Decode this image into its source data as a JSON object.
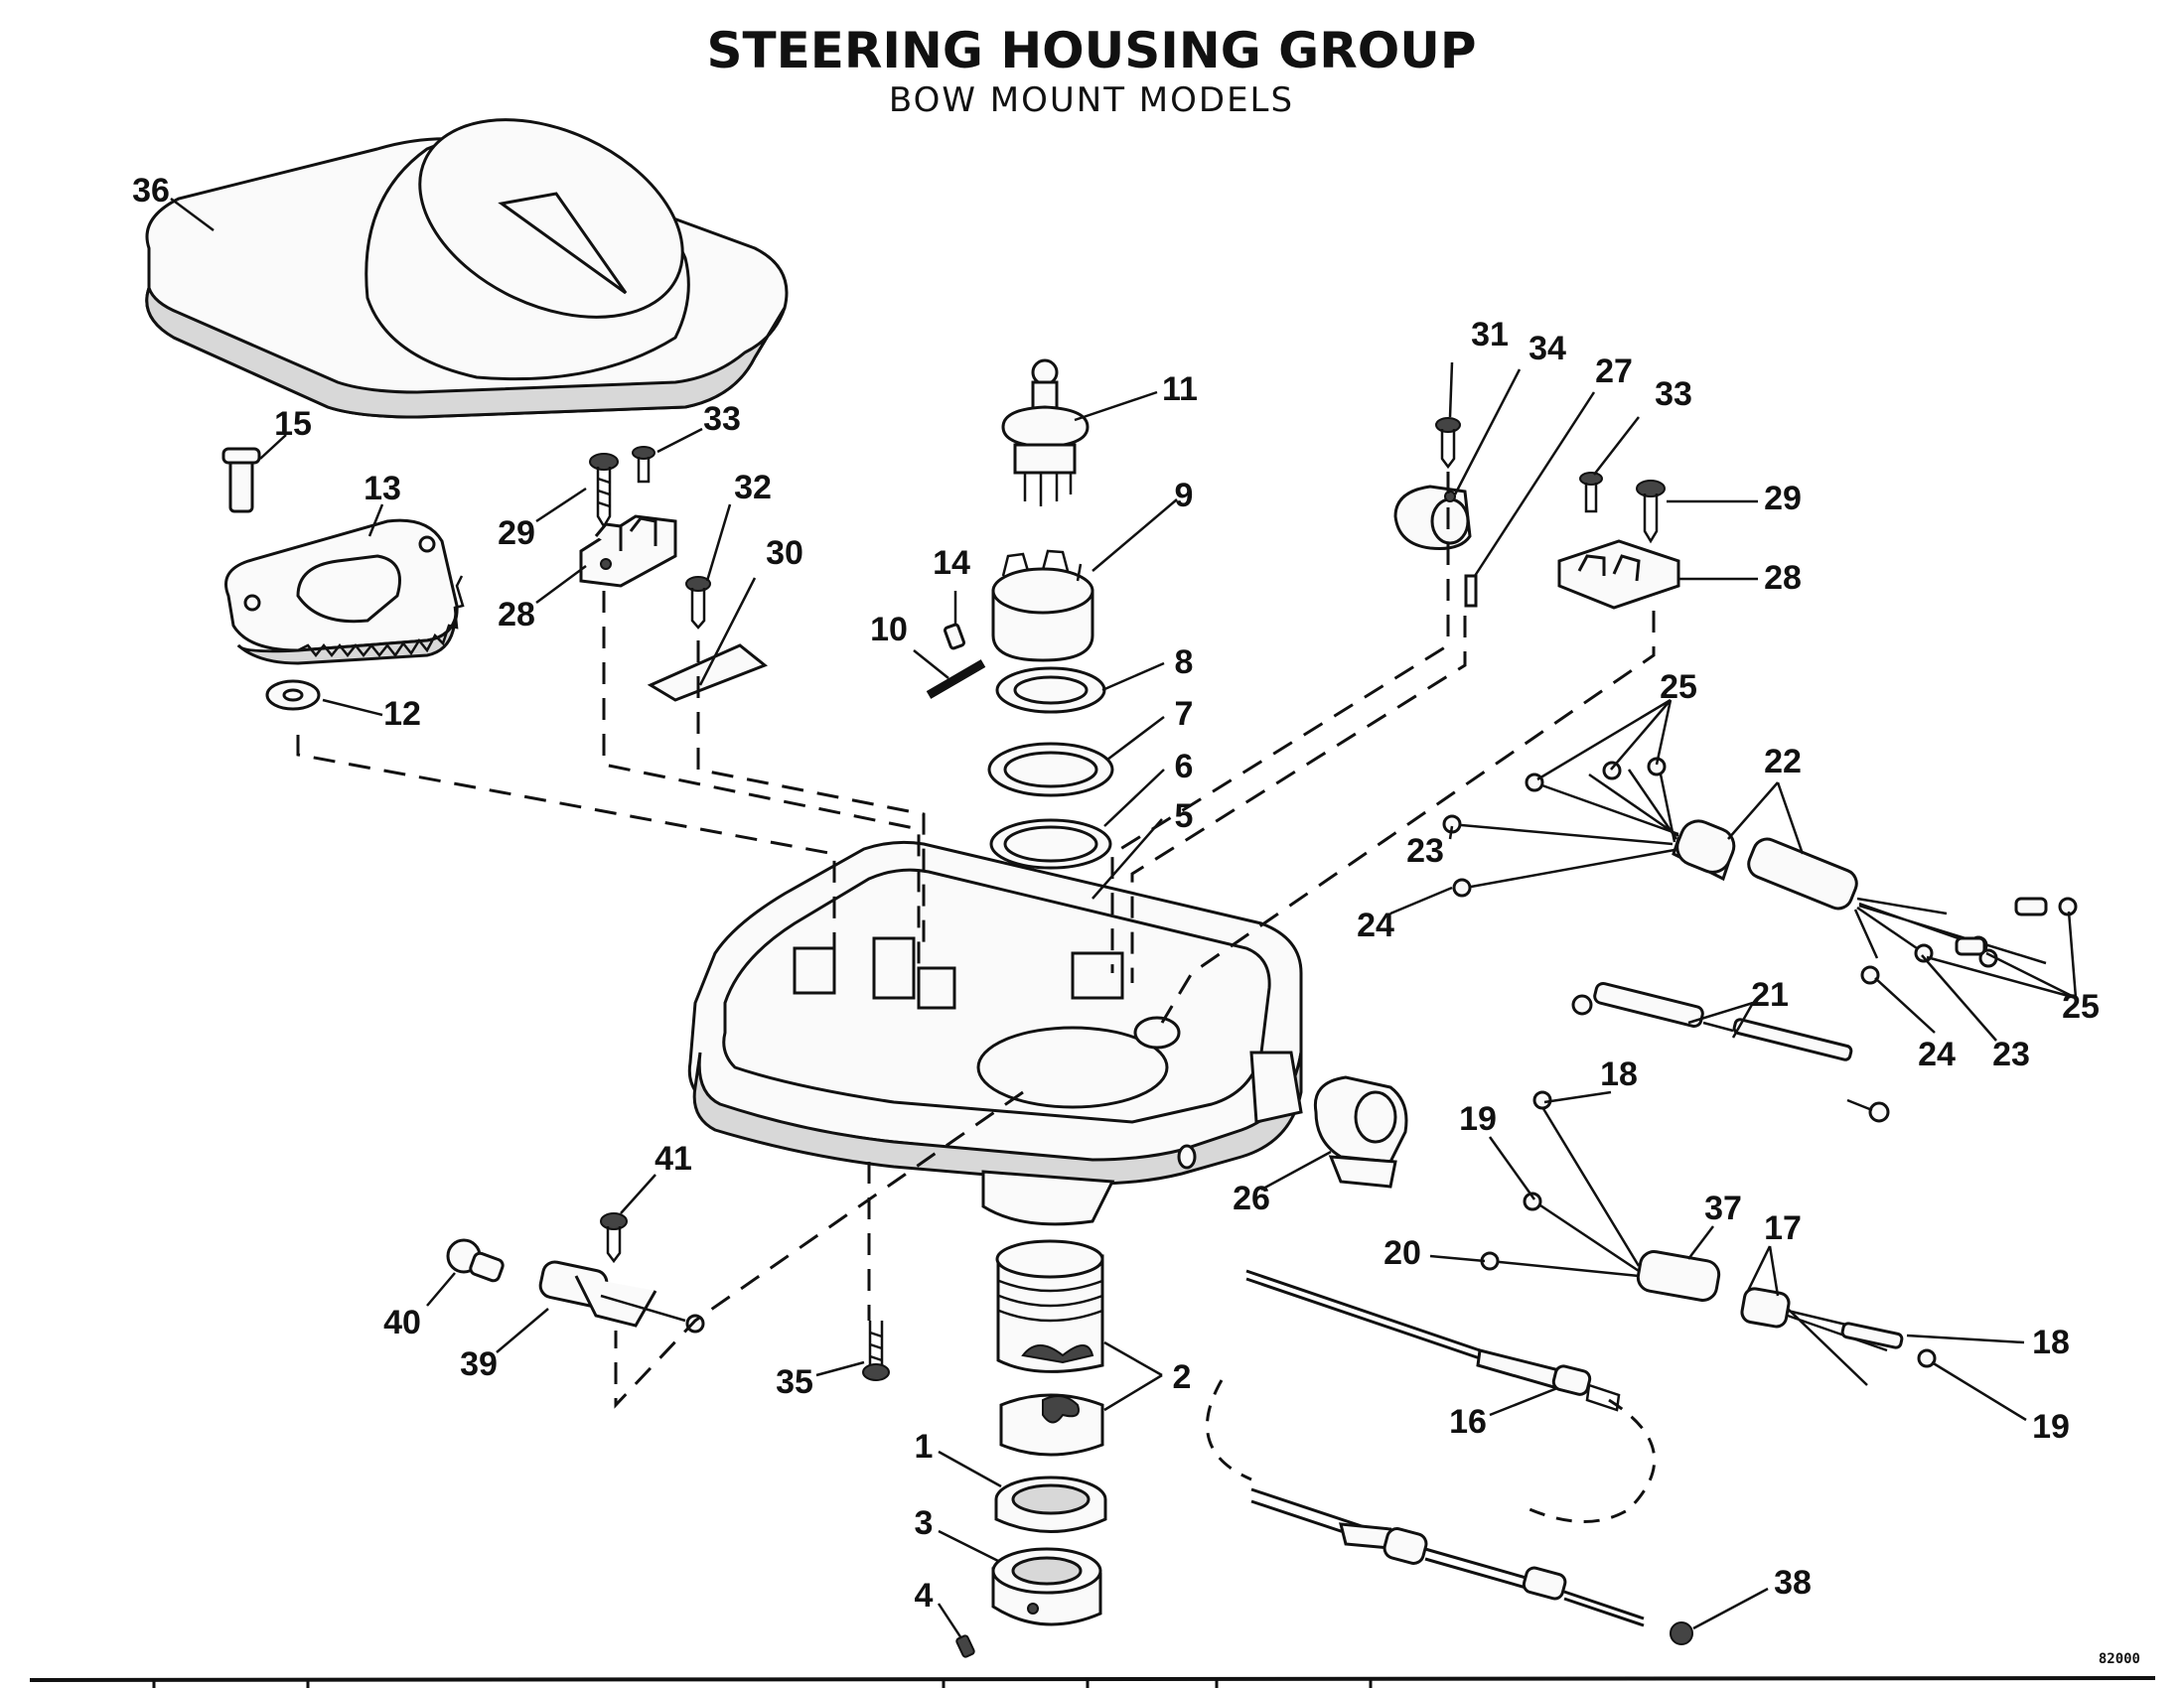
{
  "title": "STEERING HOUSING GROUP",
  "subtitle": "BOW MOUNT MODELS",
  "drawing_number": "82000",
  "callouts": [
    {
      "id": "c36",
      "label": "36"
    },
    {
      "id": "c15",
      "label": "15"
    },
    {
      "id": "c13",
      "label": "13"
    },
    {
      "id": "c12",
      "label": "12"
    },
    {
      "id": "c33a",
      "label": "33"
    },
    {
      "id": "c29a",
      "label": "29"
    },
    {
      "id": "c28a",
      "label": "28"
    },
    {
      "id": "c32",
      "label": "32"
    },
    {
      "id": "c30",
      "label": "30"
    },
    {
      "id": "c11",
      "label": "11"
    },
    {
      "id": "c9",
      "label": "9"
    },
    {
      "id": "c14",
      "label": "14"
    },
    {
      "id": "c10",
      "label": "10"
    },
    {
      "id": "c8",
      "label": "8"
    },
    {
      "id": "c7",
      "label": "7"
    },
    {
      "id": "c6",
      "label": "6"
    },
    {
      "id": "c5",
      "label": "5"
    },
    {
      "id": "c31",
      "label": "31"
    },
    {
      "id": "c34",
      "label": "34"
    },
    {
      "id": "c27",
      "label": "27"
    },
    {
      "id": "c33b",
      "label": "33"
    },
    {
      "id": "c29b",
      "label": "29"
    },
    {
      "id": "c28b",
      "label": "28"
    },
    {
      "id": "c25a",
      "label": "25"
    },
    {
      "id": "c22",
      "label": "22"
    },
    {
      "id": "c23a",
      "label": "23"
    },
    {
      "id": "c24a",
      "label": "24"
    },
    {
      "id": "c25b",
      "label": "25"
    },
    {
      "id": "c24b",
      "label": "24"
    },
    {
      "id": "c23b",
      "label": "23"
    },
    {
      "id": "c21",
      "label": "21"
    },
    {
      "id": "c18a",
      "label": "18"
    },
    {
      "id": "c19a",
      "label": "19"
    },
    {
      "id": "c26",
      "label": "26"
    },
    {
      "id": "c37",
      "label": "37"
    },
    {
      "id": "c17",
      "label": "17"
    },
    {
      "id": "c20",
      "label": "20"
    },
    {
      "id": "c18b",
      "label": "18"
    },
    {
      "id": "c19b",
      "label": "19"
    },
    {
      "id": "c16",
      "label": "16"
    },
    {
      "id": "c41",
      "label": "41"
    },
    {
      "id": "c40",
      "label": "40"
    },
    {
      "id": "c39",
      "label": "39"
    },
    {
      "id": "c35",
      "label": "35"
    },
    {
      "id": "c2",
      "label": "2"
    },
    {
      "id": "c1",
      "label": "1"
    },
    {
      "id": "c3",
      "label": "3"
    },
    {
      "id": "c4",
      "label": "4"
    },
    {
      "id": "c38",
      "label": "38"
    }
  ]
}
